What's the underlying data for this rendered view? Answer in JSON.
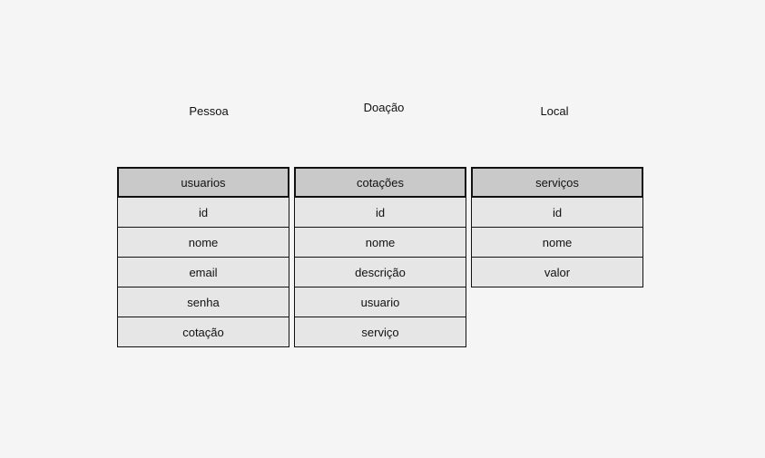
{
  "entities": [
    {
      "title": "Pessoa",
      "table": "usuarios",
      "fields": [
        "id",
        "nome",
        "email",
        "senha",
        "cotação"
      ]
    },
    {
      "title": "Doação",
      "table": "cotações",
      "fields": [
        "id",
        "nome",
        "descrição",
        "usuario",
        "serviço"
      ]
    },
    {
      "title": "Local",
      "table": "serviços",
      "fields": [
        "id",
        "nome",
        "valor"
      ]
    }
  ],
  "colors": {
    "background": "#f5f5f5",
    "header_fill": "#c9c9c9",
    "row_fill": "#e6e6e6",
    "border": "#111111"
  }
}
